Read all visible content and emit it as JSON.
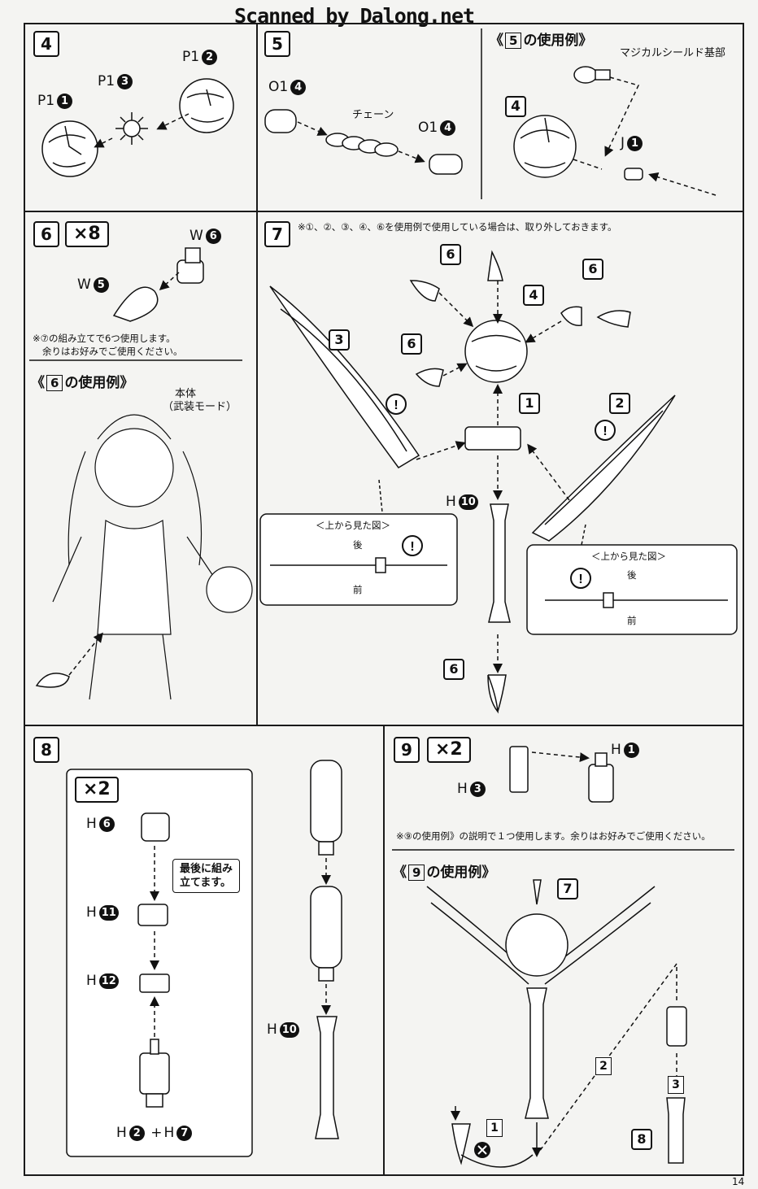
{
  "header": {
    "scan_credit": "Scanned by Dalong.net"
  },
  "page_number": "14",
  "step4": {
    "number": "4",
    "parts": [
      "P1",
      "P1",
      "P1"
    ],
    "part_nums": [
      "1",
      "3",
      "2"
    ]
  },
  "step5": {
    "number": "5",
    "o1_left": "O1",
    "o1_left_num": "4",
    "chain": "チェーン",
    "o1_right": "O1",
    "o1_right_num": "4",
    "usage_title_pre": "《",
    "usage_box": "5",
    "usage_title_post": "の使用例》",
    "shield_label": "マジカルシールド基部",
    "ref_step": "4",
    "j_label": "J",
    "j_num": "1"
  },
  "step6": {
    "number": "6",
    "multiplier": "×8",
    "w6": "W",
    "w6_num": "6",
    "w5": "W",
    "w5_num": "5",
    "note_line1": "※⑦の組み立てで6つ使用します。",
    "note_line2": "余りはお好みでご使用ください。",
    "usage_title_pre": "《",
    "usage_box": "6",
    "usage_title_post": "の使用例》",
    "body_line1": "本体",
    "body_line2": "（武装モード）"
  },
  "step7": {
    "number": "7",
    "note": "※①、②、③、④、⑥を使用例で使用している場合は、取り外しておきます。",
    "refs": {
      "a": "6",
      "b": "6",
      "c": "4",
      "d": "6",
      "e": "3",
      "f": "1",
      "g": "2",
      "h": "6"
    },
    "h10": "H",
    "h10_num": "10",
    "top_view_left": "＜上から見た図＞",
    "top_view_right": "＜上から見た図＞",
    "back": "後",
    "front": "前",
    "back2": "後",
    "front2": "前"
  },
  "step8": {
    "number": "8",
    "multiplier": "×2",
    "h6": "H",
    "h6_num": "6",
    "h11": "H",
    "h11_num": "11",
    "h12": "H",
    "h12_num": "12",
    "h27": "H",
    "h27_num_a": "2",
    "h27_plus": "+",
    "h27_num_b": "7",
    "h10": "H",
    "h10_num": "10",
    "last_note_line1": "最後に組み",
    "last_note_line2": "立てます。"
  },
  "step9": {
    "number": "9",
    "multiplier": "×2",
    "h1": "H",
    "h1_num": "1",
    "h3": "H",
    "h3_num": "3",
    "note": "※⑨の使用例》の説明で１つ使用します。余りはお好みでご使用ください。",
    "usage_title_pre": "《",
    "usage_box": "9",
    "usage_title_post": "の使用例》",
    "ref7": "7",
    "steps": [
      "1",
      "2",
      "3"
    ],
    "ref8": "8"
  }
}
